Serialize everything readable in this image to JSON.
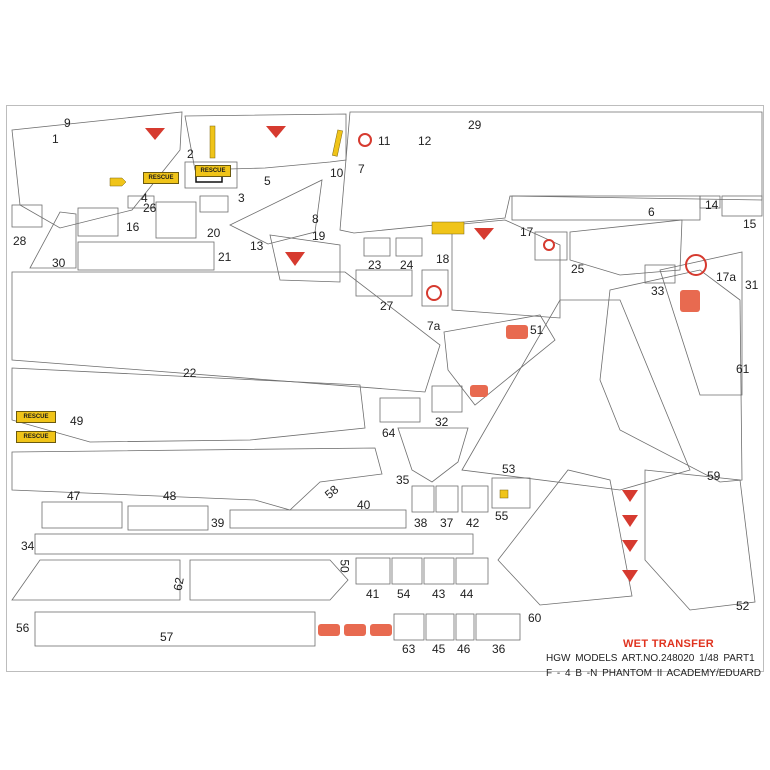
{
  "sheet": {
    "part_numbers": [
      "1",
      "2",
      "3",
      "4",
      "5",
      "6",
      "7",
      "7a",
      "8",
      "9",
      "10",
      "11",
      "12",
      "13",
      "14",
      "15",
      "16",
      "17",
      "17a",
      "18",
      "19",
      "20",
      "21",
      "22",
      "23",
      "24",
      "25",
      "26",
      "27",
      "28",
      "29",
      "30",
      "31",
      "32",
      "33",
      "34",
      "35",
      "36",
      "37",
      "38",
      "39",
      "40",
      "41",
      "42",
      "43",
      "44",
      "45",
      "46",
      "47",
      "48",
      "49",
      "50",
      "51",
      "52",
      "53",
      "54",
      "55",
      "56",
      "57",
      "58",
      "59",
      "60",
      "61",
      "62",
      "63",
      "64"
    ],
    "rescue_label": "RESCUE",
    "colors": {
      "outline": "#6e6e6e",
      "red": "#d63a2f",
      "yellow": "#f0c419",
      "text": "#222222"
    }
  },
  "footer": {
    "wet_transfer": "WET TRANSFER",
    "line1": "HGW MODELS  ART.NO.248020   1/48    PART1",
    "line2": "F - 4  B -N PHANTOM II      ACADEMY/EDUARD"
  }
}
